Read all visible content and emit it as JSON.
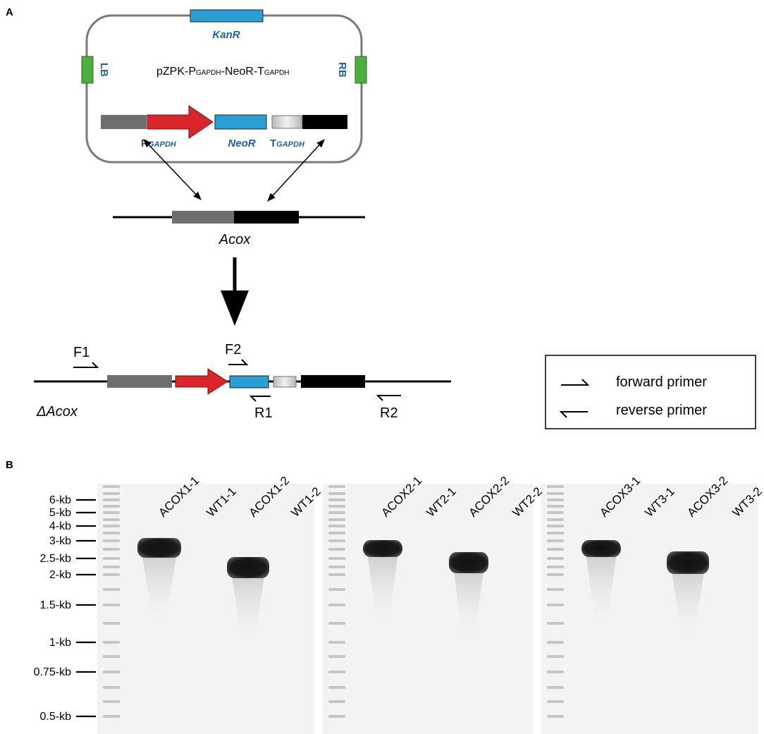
{
  "panels": {
    "a": "A",
    "b": "B"
  },
  "plasmid": {
    "name_main": "pZPK-P",
    "name_sub1": "GAPDH",
    "name_mid": "-NeoR-T",
    "name_sub2": "GAPDH",
    "kanr": "KanR",
    "lb": "LB",
    "rb": "RB",
    "promoter_p": "P",
    "promoter_sub": "GAPDH",
    "neor": "NeoR",
    "terminator_t": "T",
    "terminator_sub": "GAPDH"
  },
  "gene": {
    "acox": "Acox",
    "delta_acox": "ΔAcox"
  },
  "primers": {
    "f1": "F1",
    "f2": "F2",
    "r1": "R1",
    "r2": "R2"
  },
  "legend": {
    "forward": "forward primer",
    "reverse": "reverse primer"
  },
  "gel": {
    "markers": [
      "6-kb",
      "5-kb",
      "4-kb",
      "3-kb",
      "2.5-kb",
      "2-kb",
      "1.5-kb",
      "1-kb",
      "0.75-kb",
      "0.5-kb"
    ],
    "lanes": [
      "ACOX1-1",
      "WT1-1",
      "ACOX1-2",
      "WT1-2",
      "ACOX2-1",
      "WT2-1",
      "ACOX2-2",
      "WT2-2",
      "ACOX3-1",
      "WT3-1",
      "ACOX3-2",
      "WT3-2"
    ]
  },
  "colors": {
    "blue_element": "#2a9fd6",
    "green_border": "#4cae3c",
    "red_promoter": "#d8262b",
    "gray_flank": "#6e6e6e",
    "black_flank": "#000000",
    "label_blue": "#1f5fa8",
    "gel_bg": "#f3f3f3"
  }
}
